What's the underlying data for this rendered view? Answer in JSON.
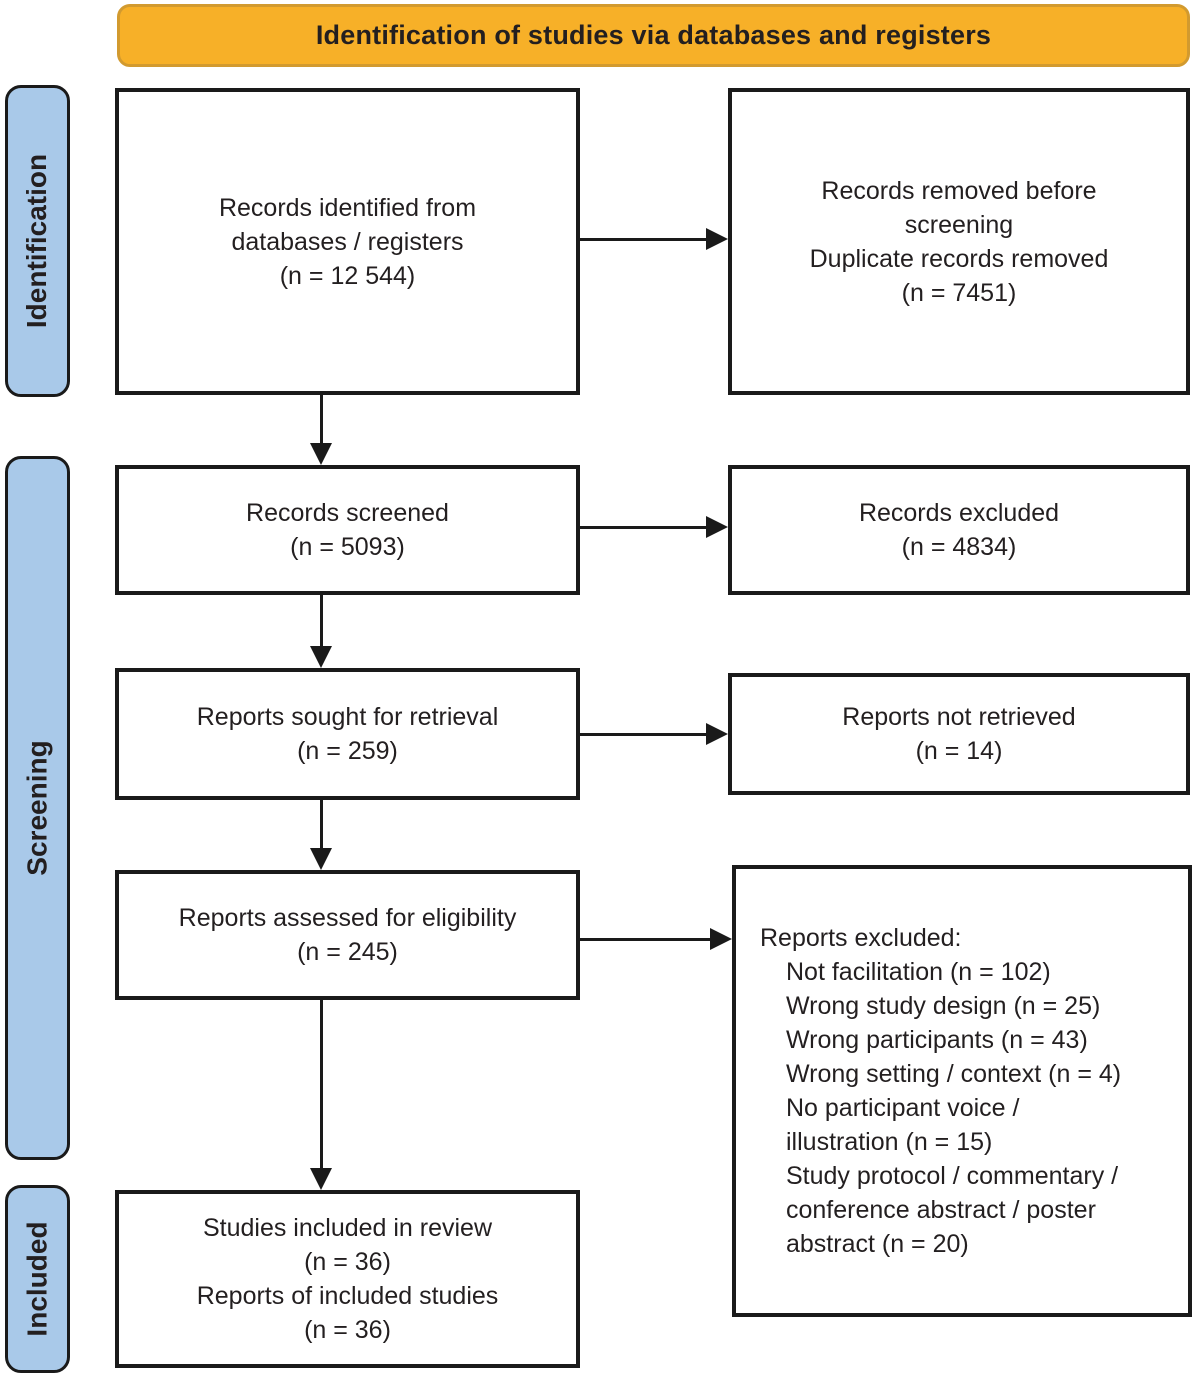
{
  "banner": {
    "title": "Identification of studies via databases and registers"
  },
  "stages": {
    "identification": "Identification",
    "screening": "Screening",
    "included": "Included"
  },
  "boxes": {
    "records_identified": {
      "text": "Records identified from\ndatabases / registers\n(n = 12 544)"
    },
    "records_removed": {
      "text": "Records removed before\nscreening\nDuplicate records removed\n(n = 7451)"
    },
    "records_screened": {
      "text": "Records screened\n(n = 5093)"
    },
    "records_excluded": {
      "text": "Records excluded\n(n = 4834)"
    },
    "reports_sought": {
      "text": "Reports sought for retrieval\n(n = 259)"
    },
    "reports_not_retrieved": {
      "text": "Reports not retrieved\n(n = 14)"
    },
    "reports_assessed": {
      "text": "Reports assessed for eligibility\n(n = 245)"
    },
    "reports_excluded": {
      "title": "Reports excluded:",
      "items": [
        "Not facilitation (n = 102)",
        "Wrong study design (n = 25)",
        "Wrong participants (n = 43)",
        "Wrong setting / context (n = 4)",
        "No participant voice /\nillustration (n = 15)",
        "Study protocol / commentary /\nconference abstract / poster\nabstract (n = 20)"
      ]
    },
    "studies_included": {
      "text": "Studies included in review\n(n = 36)\nReports of included studies\n(n = 36)"
    }
  },
  "colors": {
    "banner_fill": "#F7B028",
    "banner_border": "#D29A2F",
    "stage_fill": "#A9C9E9",
    "line_color": "#1A1A1A",
    "text_color": "#231F20"
  }
}
